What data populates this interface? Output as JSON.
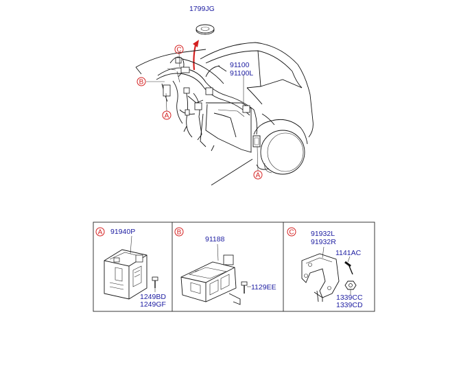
{
  "colors": {
    "part_number": "#1a1aa0",
    "callout": "#d42020",
    "line": "#111111",
    "background": "#ffffff"
  },
  "main_view": {
    "part_top": "1799JG",
    "harness_part_1": "91100",
    "harness_part_2": "91100L",
    "callout_c": "C",
    "callout_b": "B",
    "callout_a_left": "A",
    "callout_a_right": "A"
  },
  "details": [
    {
      "callout": "A",
      "parts": [
        "91940P",
        "1249BD",
        "1249GF"
      ]
    },
    {
      "callout": "B",
      "parts": [
        "91188",
        "1129EE"
      ]
    },
    {
      "callout": "C",
      "parts": [
        "91932L",
        "91932R",
        "1141AC",
        "1339CC",
        "1339CD"
      ]
    }
  ]
}
